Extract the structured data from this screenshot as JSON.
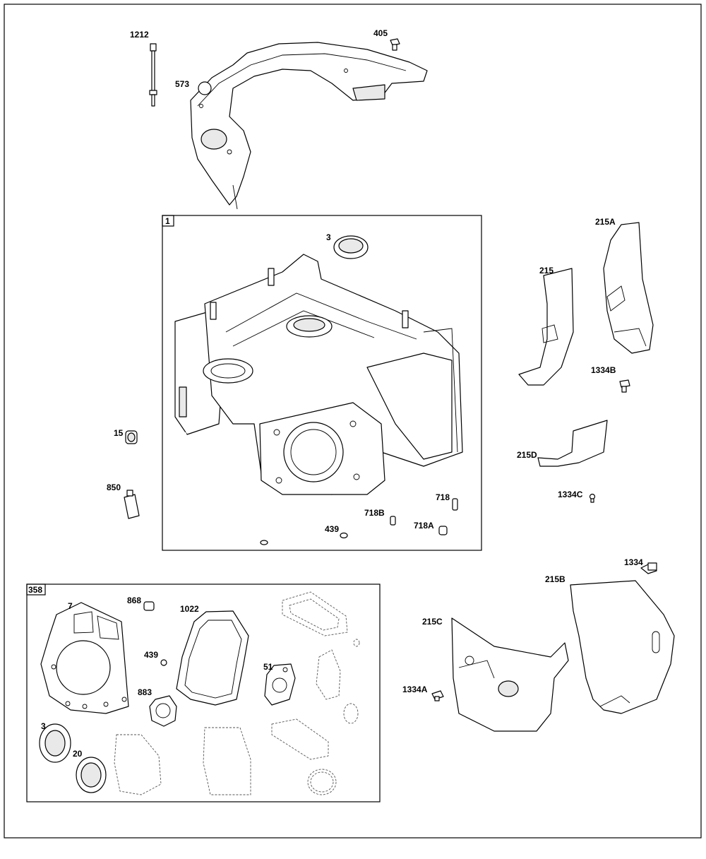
{
  "diagram": {
    "callouts": {
      "p1212": "1212",
      "p405": "405",
      "p573": "573",
      "p1": "1",
      "p3_top": "3",
      "p215A": "215A",
      "p215": "215",
      "p1334B": "1334B",
      "p15": "15",
      "p215D": "215D",
      "p850": "850",
      "p1334C": "1334C",
      "p718": "718",
      "p718B": "718B",
      "p718A": "718A",
      "p439_top": "439",
      "p1334": "1334",
      "p215B": "215B",
      "p358": "358",
      "p7": "7",
      "p868": "868",
      "p1022": "1022",
      "p215C": "215C",
      "p439_kit": "439",
      "p51": "51",
      "p1334A": "1334A",
      "p883": "883",
      "p3_kit": "3",
      "p20": "20"
    }
  }
}
